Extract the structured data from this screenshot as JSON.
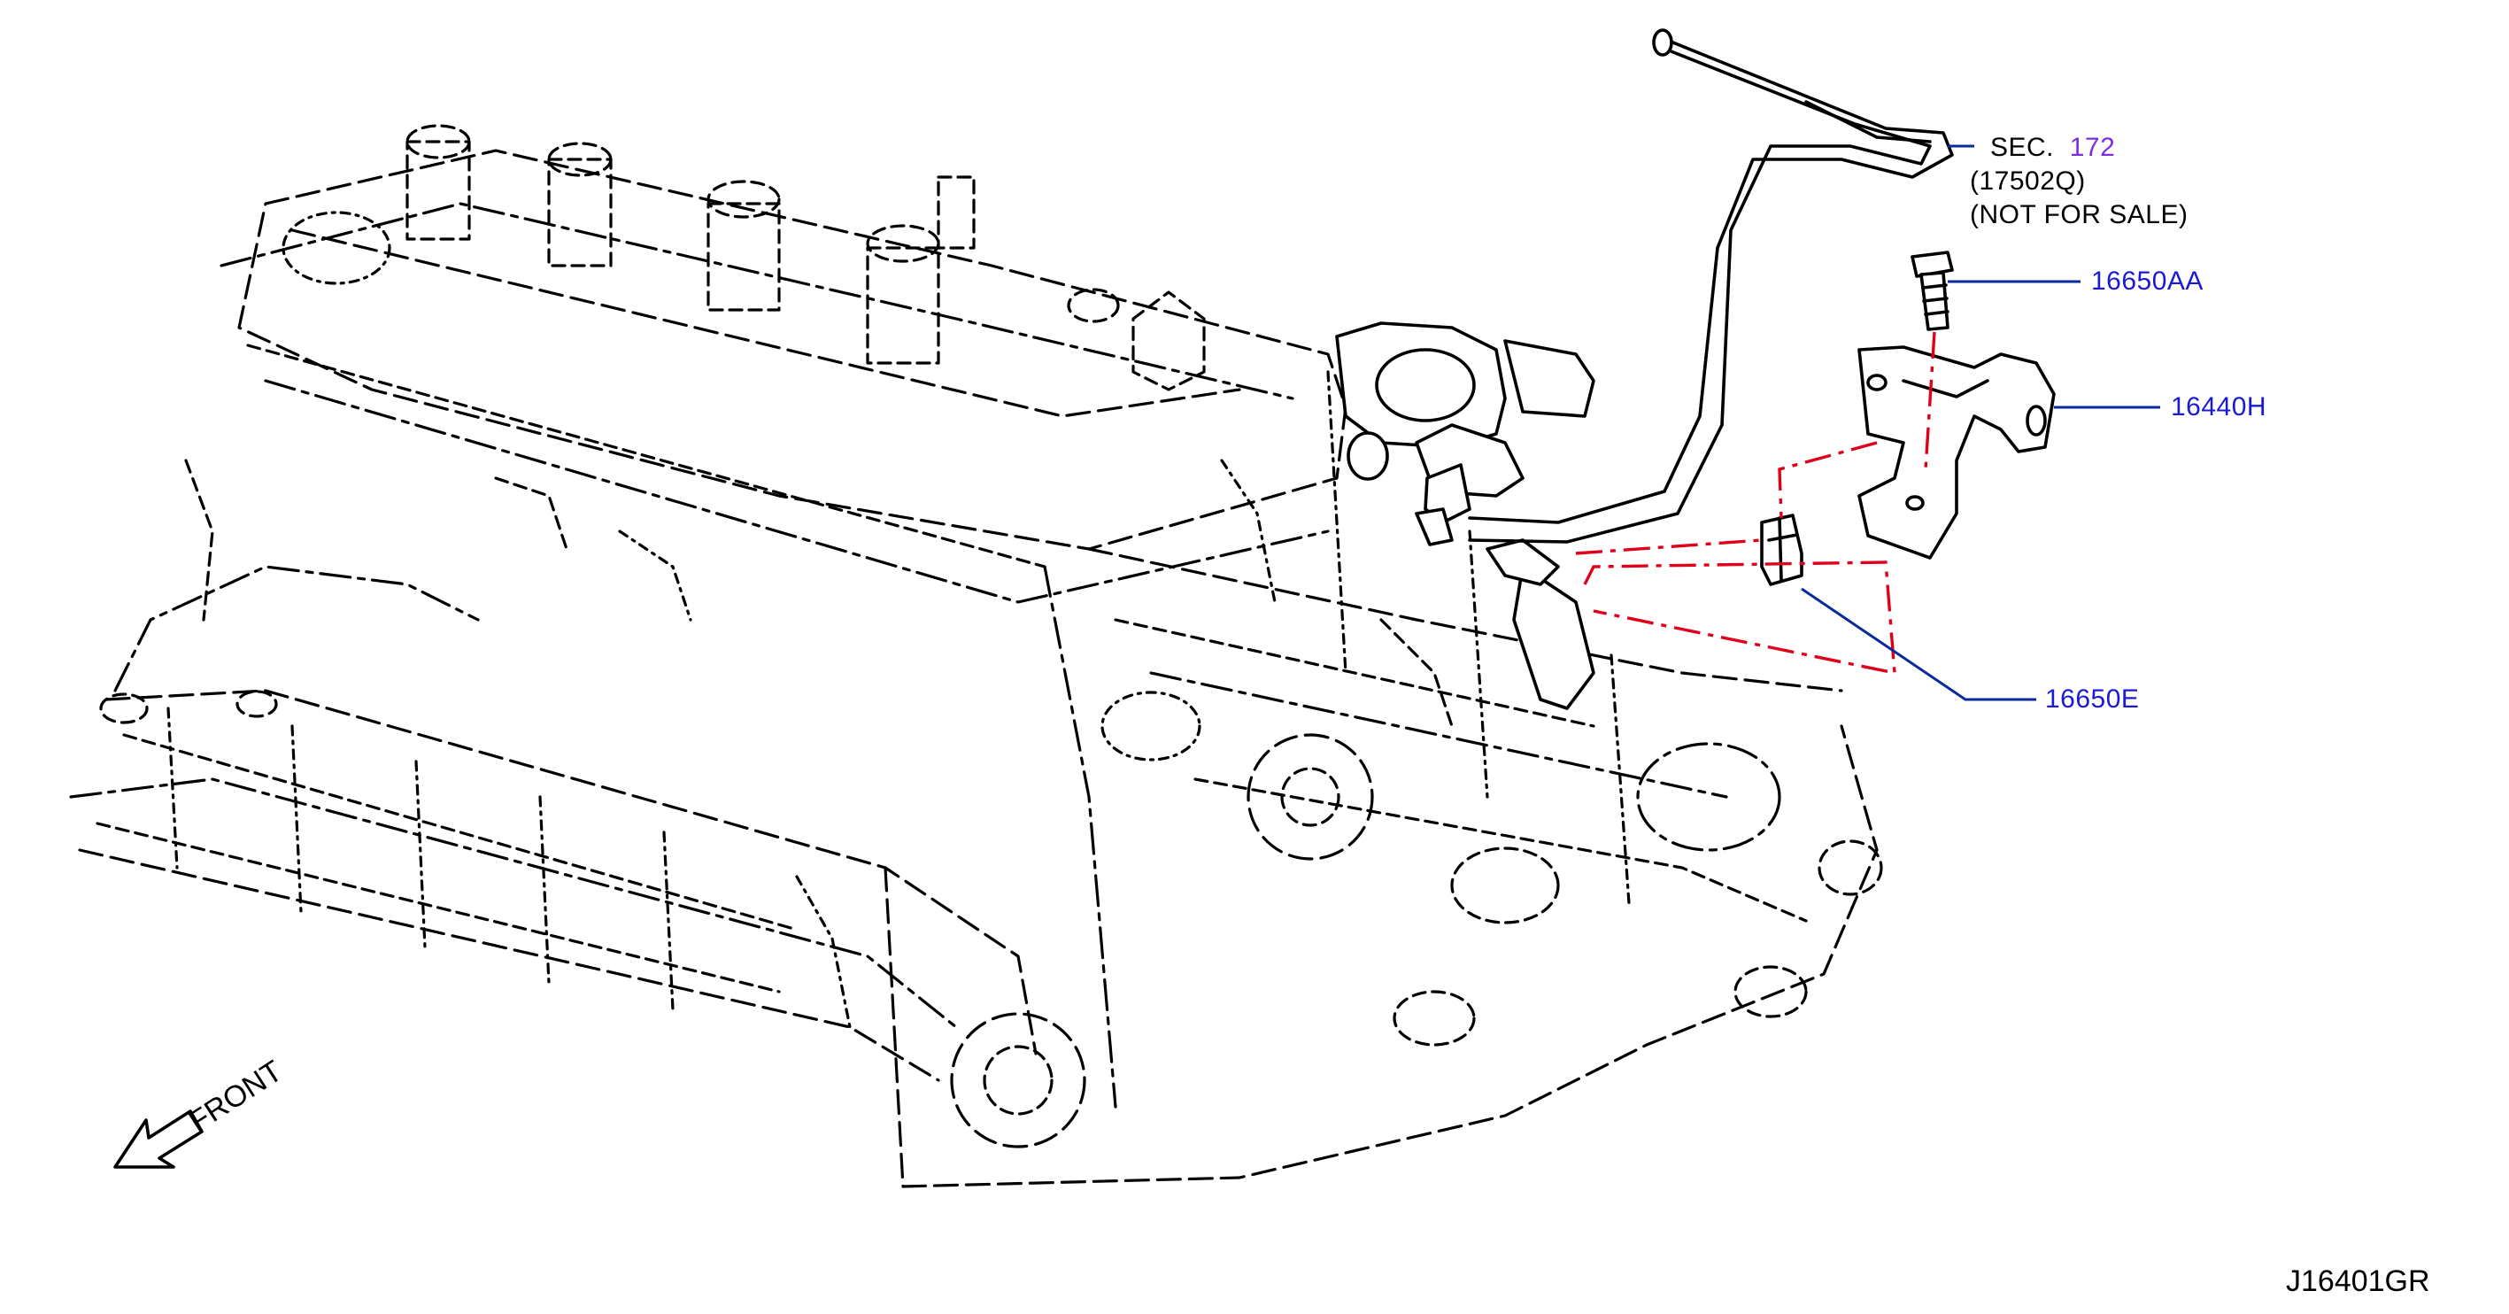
{
  "callouts": {
    "sec_prefix": "SEC.",
    "sec_number": "172",
    "sec_part": "(17502Q)",
    "sec_note": "(NOT  FOR  SALE)",
    "bolt": "16650AA",
    "bracket": "16440H",
    "clip": "16650E"
  },
  "orientation": {
    "front_label": "FRONT"
  },
  "figure_code": "J16401GR",
  "colors": {
    "engine_lines": "#000000",
    "assembly_lines": "#e0001a",
    "leader_lines": "#0b2a9a",
    "part_number_text": "#1a1ad6",
    "section_number_text": "#7b2fe0"
  }
}
